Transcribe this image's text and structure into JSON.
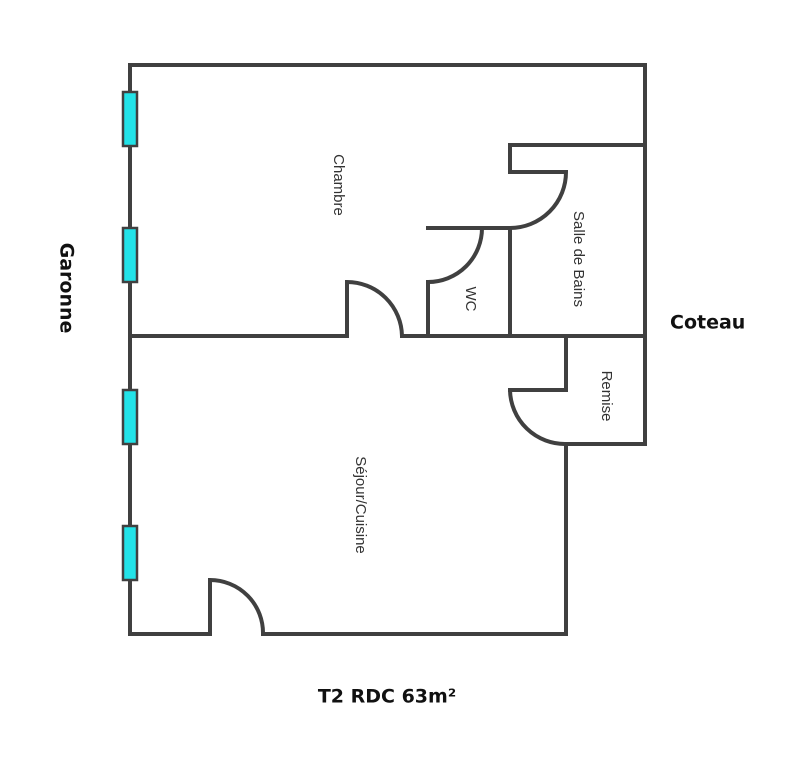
{
  "rooms": {
    "chambre": "Chambre",
    "salle_de_bains": "Salle de Bains",
    "wc": "WC",
    "remise": "Remise",
    "sejour": "Séjour/Cuisine"
  },
  "sides": {
    "left": "Garonne",
    "right": "Coteau"
  },
  "caption": "T2 RDC 63m²",
  "colors": {
    "walls": "#404040",
    "windows": "#22e3e8"
  }
}
